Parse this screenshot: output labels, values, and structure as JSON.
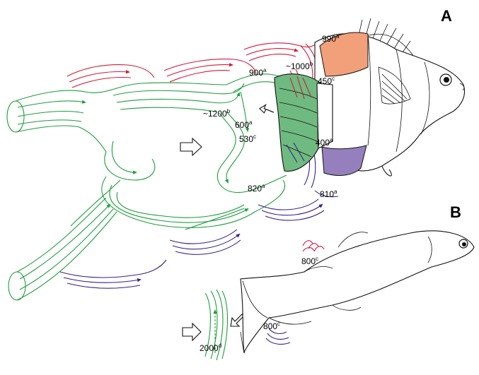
{
  "panels": {
    "a": "A",
    "b": "B"
  },
  "colors": {
    "green": "#1a9e3a",
    "red": "#d11a3a",
    "blue": "#3a1f8a",
    "orange": "#f2a07a",
    "purple": "#9580bd",
    "gill_green": "#6fba80"
  },
  "labels": {
    "l990": {
      "num": "990",
      "sup": "a"
    },
    "l1000": {
      "num": "~1000",
      "sup": "b"
    },
    "l900": {
      "num": "900",
      "sup": "a"
    },
    "l450": {
      "num": "450",
      "sup": "c"
    },
    "l1200": {
      "num": "~1200",
      "sup": "b"
    },
    "l600": {
      "num": "600",
      "sup": "a"
    },
    "l530": {
      "num": "530",
      "sup": "c"
    },
    "l400": {
      "num": "400",
      "sup": "a"
    },
    "l820": {
      "num": "820",
      "sup": "a"
    },
    "l810": {
      "num": "810",
      "sup": "a"
    },
    "l800a": {
      "num": "800",
      "sup": "c"
    },
    "l800b": {
      "num": "800",
      "sup": "c"
    },
    "l2000": {
      "num": "2000",
      "sup": "d"
    }
  }
}
